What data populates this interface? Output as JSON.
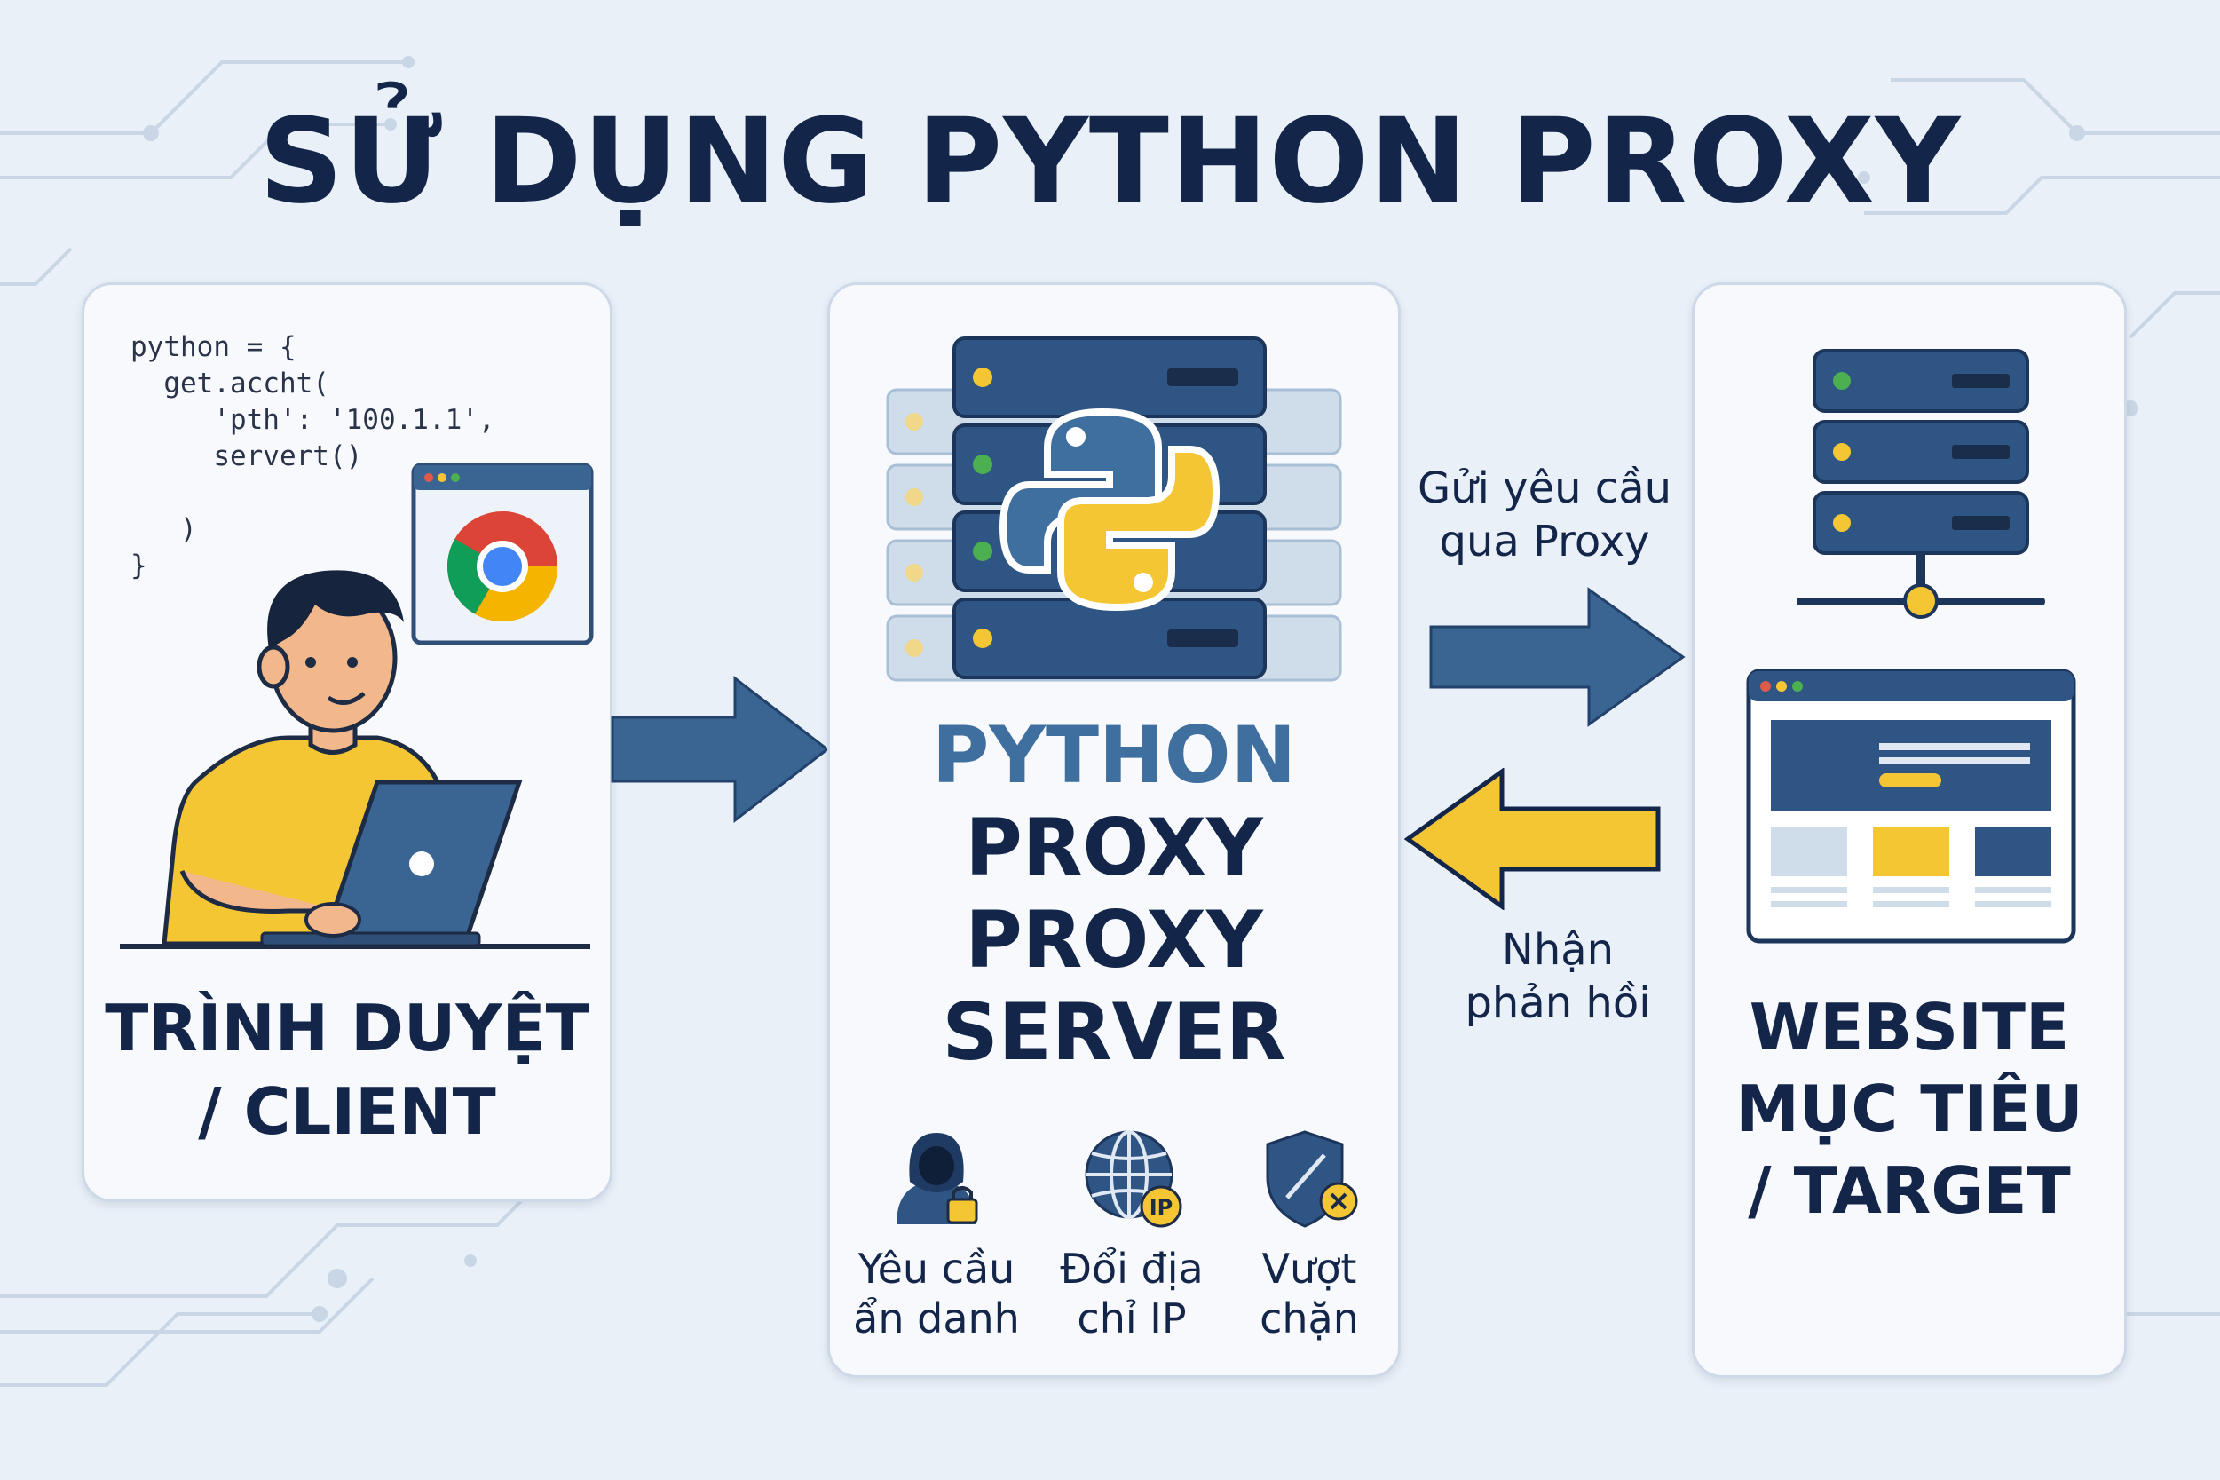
{
  "title": "SỬ DỤNG PYTHON PROXY",
  "client": {
    "code_lines": [
      "python = {",
      "  get.accht(",
      "     'pth': '100.1.1',",
      "     servert()",
      "",
      "   )",
      "}"
    ],
    "label_line1": "TRÌNH DUYỆT",
    "label_line2": "/ CLIENT"
  },
  "proxy": {
    "label_python": "PYTHON",
    "label_line2": "PROXY",
    "label_line3": "PROXY",
    "label_line4": "SERVER",
    "features": [
      {
        "icon": "hooded-user-lock-icon",
        "line1": "Yêu cầu",
        "line2": "ẩn danh"
      },
      {
        "icon": "globe-ip-icon",
        "line1": "Đổi địa",
        "line2": "chỉ IP",
        "badge": "IP"
      },
      {
        "icon": "shield-x-icon",
        "line1": "Vượt",
        "line2": "chặn"
      }
    ]
  },
  "arrows": {
    "send_line1": "Gửi yêu cầu",
    "send_line2": "qua Proxy",
    "recv_line1": "Nhận",
    "recv_line2": "phản hồi"
  },
  "target": {
    "label_line1": "WEBSITE",
    "label_line2": "MỤC TIÊU",
    "label_line3": "/ TARGET"
  },
  "colors": {
    "navy": "#13264a",
    "steel_blue": "#3a6592",
    "python_blue": "#3f6f9f",
    "yellow": "#f5c634",
    "panel_bg": "#f7f9fc",
    "page_bg": "#e9f0f8"
  }
}
